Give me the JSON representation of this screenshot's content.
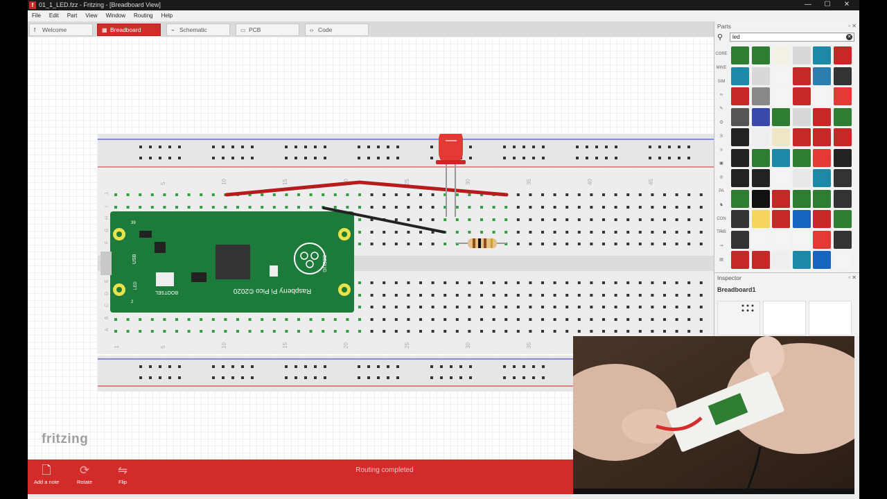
{
  "window": {
    "title": "01_1_LED.fzz - Fritzing - [Breadboard View]",
    "app_icon_letter": "f",
    "controls": [
      "—",
      "☐",
      "✕"
    ]
  },
  "menu": [
    "File",
    "Edit",
    "Part",
    "View",
    "Window",
    "Routing",
    "Help"
  ],
  "tabs": [
    {
      "label": "Welcome",
      "icon": "f",
      "active": false
    },
    {
      "label": "Breadboard",
      "icon": "▦",
      "active": true
    },
    {
      "label": "Schematic",
      "icon": "⌁",
      "active": false
    },
    {
      "label": "PCB",
      "icon": "▭",
      "active": false
    },
    {
      "label": "Code",
      "icon": "‹›",
      "active": false
    }
  ],
  "breadboard": {
    "column_numbers_top": [
      "5",
      "10",
      "15",
      "20",
      "25",
      "30",
      "35",
      "40",
      "45"
    ],
    "column_numbers_bottom": [
      "1",
      "5",
      "10",
      "15",
      "20",
      "25",
      "30",
      "35"
    ],
    "row_letters": [
      "J",
      "I",
      "H",
      "G",
      "F",
      "E",
      "D",
      "C",
      "B",
      "A"
    ],
    "pico_label": "Raspberry Pi Pico ©2020",
    "pico_usb": "USB",
    "pico_debug": "DEBUG",
    "pico_bootsel": "BOOTSEL",
    "pico_led": "LED",
    "pico_pin_top": "39",
    "pico_pin_bottom": "2"
  },
  "canvas": {
    "logo": "fritzing"
  },
  "toolbar": {
    "add_note": "Add a note",
    "rotate": "Rotate",
    "flip": "Flip",
    "status": "Routing completed"
  },
  "parts": {
    "title": "Parts",
    "search_value": "led",
    "bins": [
      "CORE",
      "MINE",
      "SIM",
      "∞",
      "✎",
      "⛭",
      "S",
      "⌾",
      "▣",
      "◎",
      "PA",
      "♞",
      "CON TRIB",
      "∽",
      "⇝",
      "▤"
    ]
  },
  "inspector": {
    "title": "Inspector",
    "selected": "Breadboard1"
  },
  "colors": {
    "accent": "#d32a2a",
    "pico_green": "#1c7a3a",
    "wire_red": "#b71c1c",
    "wire_black": "#222222",
    "led_red": "#e53935"
  }
}
